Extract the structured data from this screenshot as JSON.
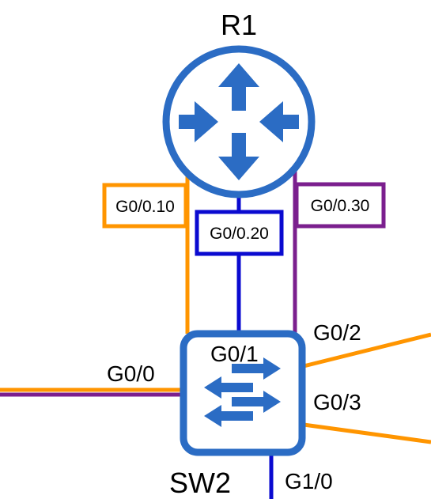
{
  "colors": {
    "device_blue": "#2b6cc4",
    "vlan10_orange": "#ff9500",
    "vlan20_blue": "#0a0ad0",
    "vlan30_purple": "#7b1f8e",
    "label_text": "#000000"
  },
  "router": {
    "name": "R1",
    "icon": "router-icon"
  },
  "switch": {
    "name": "SW2",
    "icon": "switch-icon"
  },
  "subinterfaces": {
    "vlan10": "G0/0.10",
    "vlan20": "G0/0.20",
    "vlan30": "G0/0.30"
  },
  "ports": {
    "g0_0": "G0/0",
    "g0_1": "G0/1",
    "g0_2": "G0/2",
    "g0_3": "G0/3",
    "g1_0": "G1/0"
  }
}
